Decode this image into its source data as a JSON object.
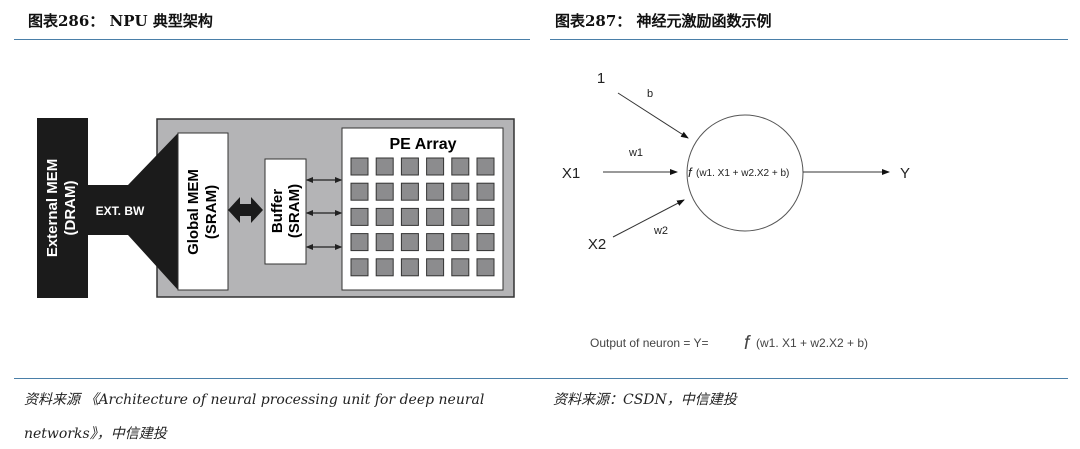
{
  "left": {
    "title": "图表286： NPU 典型架构",
    "source_line1": "资料来源 《Architecture of neural processing unit for deep neural",
    "source_line2": "networks》，中信建投",
    "diagram": {
      "external_mem": "External MEM",
      "external_mem_sub": "(DRAM)",
      "ext_bw": "EXT. BW",
      "global_mem": "Global MEM",
      "global_mem_sub": "(SRAM)",
      "buffer": "Buffer",
      "buffer_sub": "(SRAM)",
      "pe_array": "PE Array",
      "pe_rows": 5,
      "pe_cols": 6
    }
  },
  "right": {
    "title": "图表287： 神经元激励函数示例",
    "source": "资料来源：CSDN，中信建投",
    "diagram": {
      "input_bias": "1",
      "bias_weight": "b",
      "input1": "X1",
      "weight1": "w1",
      "input2": "X2",
      "weight2": "w2",
      "function": "f",
      "function_args": "(w1. X1 + w2.X2 + b)",
      "output": "Y",
      "formula_prefix": "Output of neuron  = Y=",
      "formula_f": "f",
      "formula_args": "(w1. X1 + w2.X2 + b)"
    }
  }
}
